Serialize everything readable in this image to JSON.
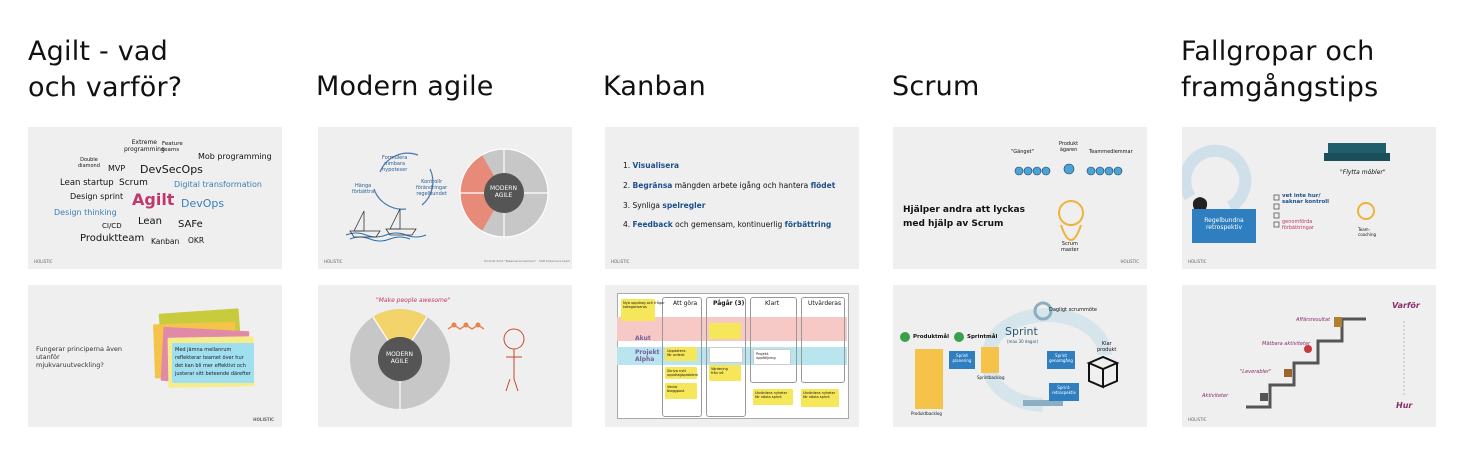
{
  "columns": [
    {
      "title_lines": [
        "Agilt - vad",
        "och varför?"
      ]
    },
    {
      "title_lines": [
        "Modern agile"
      ]
    },
    {
      "title_lines": [
        "Kanban"
      ]
    },
    {
      "title_lines": [
        "Scrum"
      ]
    },
    {
      "title_lines": [
        "Fallgropar och",
        "framgångstips"
      ]
    }
  ],
  "brand": "HOLISTIC",
  "agile": {
    "words": {
      "extreme": "Extreme\nprogramming",
      "feature": "Feature\nteams",
      "double": "Double\ndiamond",
      "mob": "Mob programming",
      "mvp": "MVP",
      "devsecops": "DevSecOps",
      "lean_startup": "Lean startup",
      "scrum": "Scrum",
      "digital": "Digital transformation",
      "design_sprint": "Design sprint",
      "agilt": "Agilt",
      "devops": "DevOps",
      "design_thinking": "Design thinking",
      "cicd": "CI/CD",
      "lean": "Lean",
      "safe": "SAFe",
      "produktteam": "Produktteam",
      "kanban": "Kanban",
      "okr": "OKR"
    },
    "question": "Fungerar principerna även utanför mjukvaruutveckling?",
    "note_text": "Med jämna mellanrum reflekterar teamet över hur det kan bli mer effektivt och justerar sitt beteende därefter"
  },
  "modern": {
    "cycle": [
      "Formulera\nnimbara\nhypoteser",
      "Kontrollr\nförändringar\nregelbundet",
      "Hänga\nförbättra"
    ],
    "wheel_center": "MODERN\nAGILE",
    "wheel_center_2": "MODERN\nAGILE",
    "quote": "\"Make people awesome\"",
    "footer": "Produkt dirkt \"Balanserad Kanban\" · Sätt tillsamans team"
  },
  "kanban": {
    "items": [
      {
        "num": "1.",
        "bold": "Visualisera",
        "rest": ""
      },
      {
        "num": "2.",
        "bold": "Begränsa",
        "rest": " mängden arbete igång och hantera ",
        "bold2": "flödet"
      },
      {
        "num": "3.",
        "bold": "",
        "rest": "Synliga ",
        "bold2": "spelregler"
      },
      {
        "num": "4.",
        "bold": "Feedback",
        "rest": " och gemensam, kontinuerlig ",
        "bold2": "förbättring"
      }
    ],
    "board": {
      "columns": [
        "Att göra",
        "Pågår (3)",
        "Klart",
        "Utvärderas"
      ],
      "rows": [
        "Akut",
        "Projekt\nAlpha"
      ],
      "cards": {
        "top_note": "Nya uppdrag och frågor\nkategoriseras",
        "c1": "Uppdatera\nför orderb",
        "c2": "Skriva nytt\nuppdragsproblem",
        "c3": "Vecko\nbloggpost",
        "c4": "Värdering\nfrån v6",
        "c5": "Projekt-\nuppföljning",
        "c6": "Utvärdera nyheter\nför nästa sprint",
        "c7": "Utvärdera nyheter\nför nästa sprint"
      }
    }
  },
  "scrum": {
    "roles": [
      "\"Gänget\"",
      "Produkt\nägaren",
      "Teammedlemmar"
    ],
    "tagline": "Hjälper andra att lyckas\nmed hjälp av Scrum",
    "scrum_master": "Scrum\nmaster",
    "daily": "Dagligt scrummöte",
    "sprint": "Sprint",
    "sprint_sub": "(max 30 dagar)",
    "produktmal": "Produktmål",
    "sprintmal": "Sprintmål",
    "sprintplanering": "Sprint\nplanering",
    "sprintbacklog": "Sprintbacklog",
    "produktbacklog": "Produktbacklog",
    "sprintgenomgang": "Sprint\ngenomgång",
    "retro": "Sprint-\nretrospektiv",
    "klar": "Klar\nprodukt"
  },
  "fall": {
    "retro": "Regelbundna\nretrospektiv",
    "flytta": "\"Flytta möbler\"",
    "vet_inte": "vet inte hur/\nsaknar kontroll",
    "genomfors": "genomförda\nförbättringar",
    "team_coaching": "Team-\ncoaching",
    "varfor": "Varför",
    "hur": "Hur",
    "steps": [
      "Affärsresultat",
      "Mätbara aktiviteter",
      "\"Leverabler\"",
      "Aktiviteter"
    ]
  }
}
